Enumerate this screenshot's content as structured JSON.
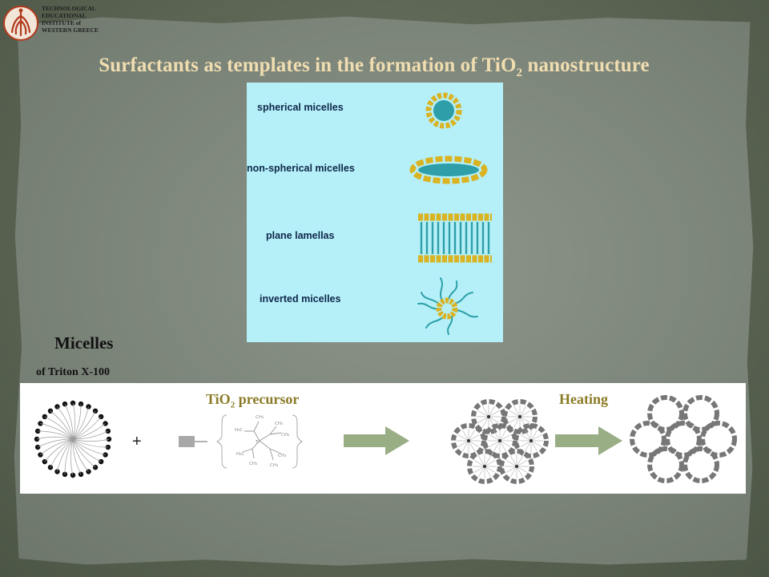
{
  "header": {
    "institution_lines": [
      "TECHNOLOGICAL",
      "EDUCATIONAL",
      "INSTITUTE of",
      "WESTERN GREECE"
    ]
  },
  "title": {
    "before": "Surfactants as templates in the formation of TiO",
    "subscript": "2",
    "after": " nanostructure"
  },
  "panel": {
    "labels": {
      "spherical": "spherical micelles",
      "non_spherical": "non-spherical micelles",
      "lamellas": "plane lamellas",
      "inverted": "inverted micelles"
    }
  },
  "micelles": {
    "title": "Micelles",
    "subtitle": "of Triton X-100"
  },
  "process": {
    "plus": "+",
    "precursor_before": "TiO",
    "precursor_sub": "2",
    "precursor_after": " precursor",
    "heating": "Heating"
  },
  "colors": {
    "title": "#f0ddb0",
    "panel_bg": "#b5f0f9",
    "micelle_head": "#d9b321",
    "micelle_tail": "#2e9fa8",
    "arrow": "#9aae86",
    "label_gold": "#8b7b27"
  }
}
